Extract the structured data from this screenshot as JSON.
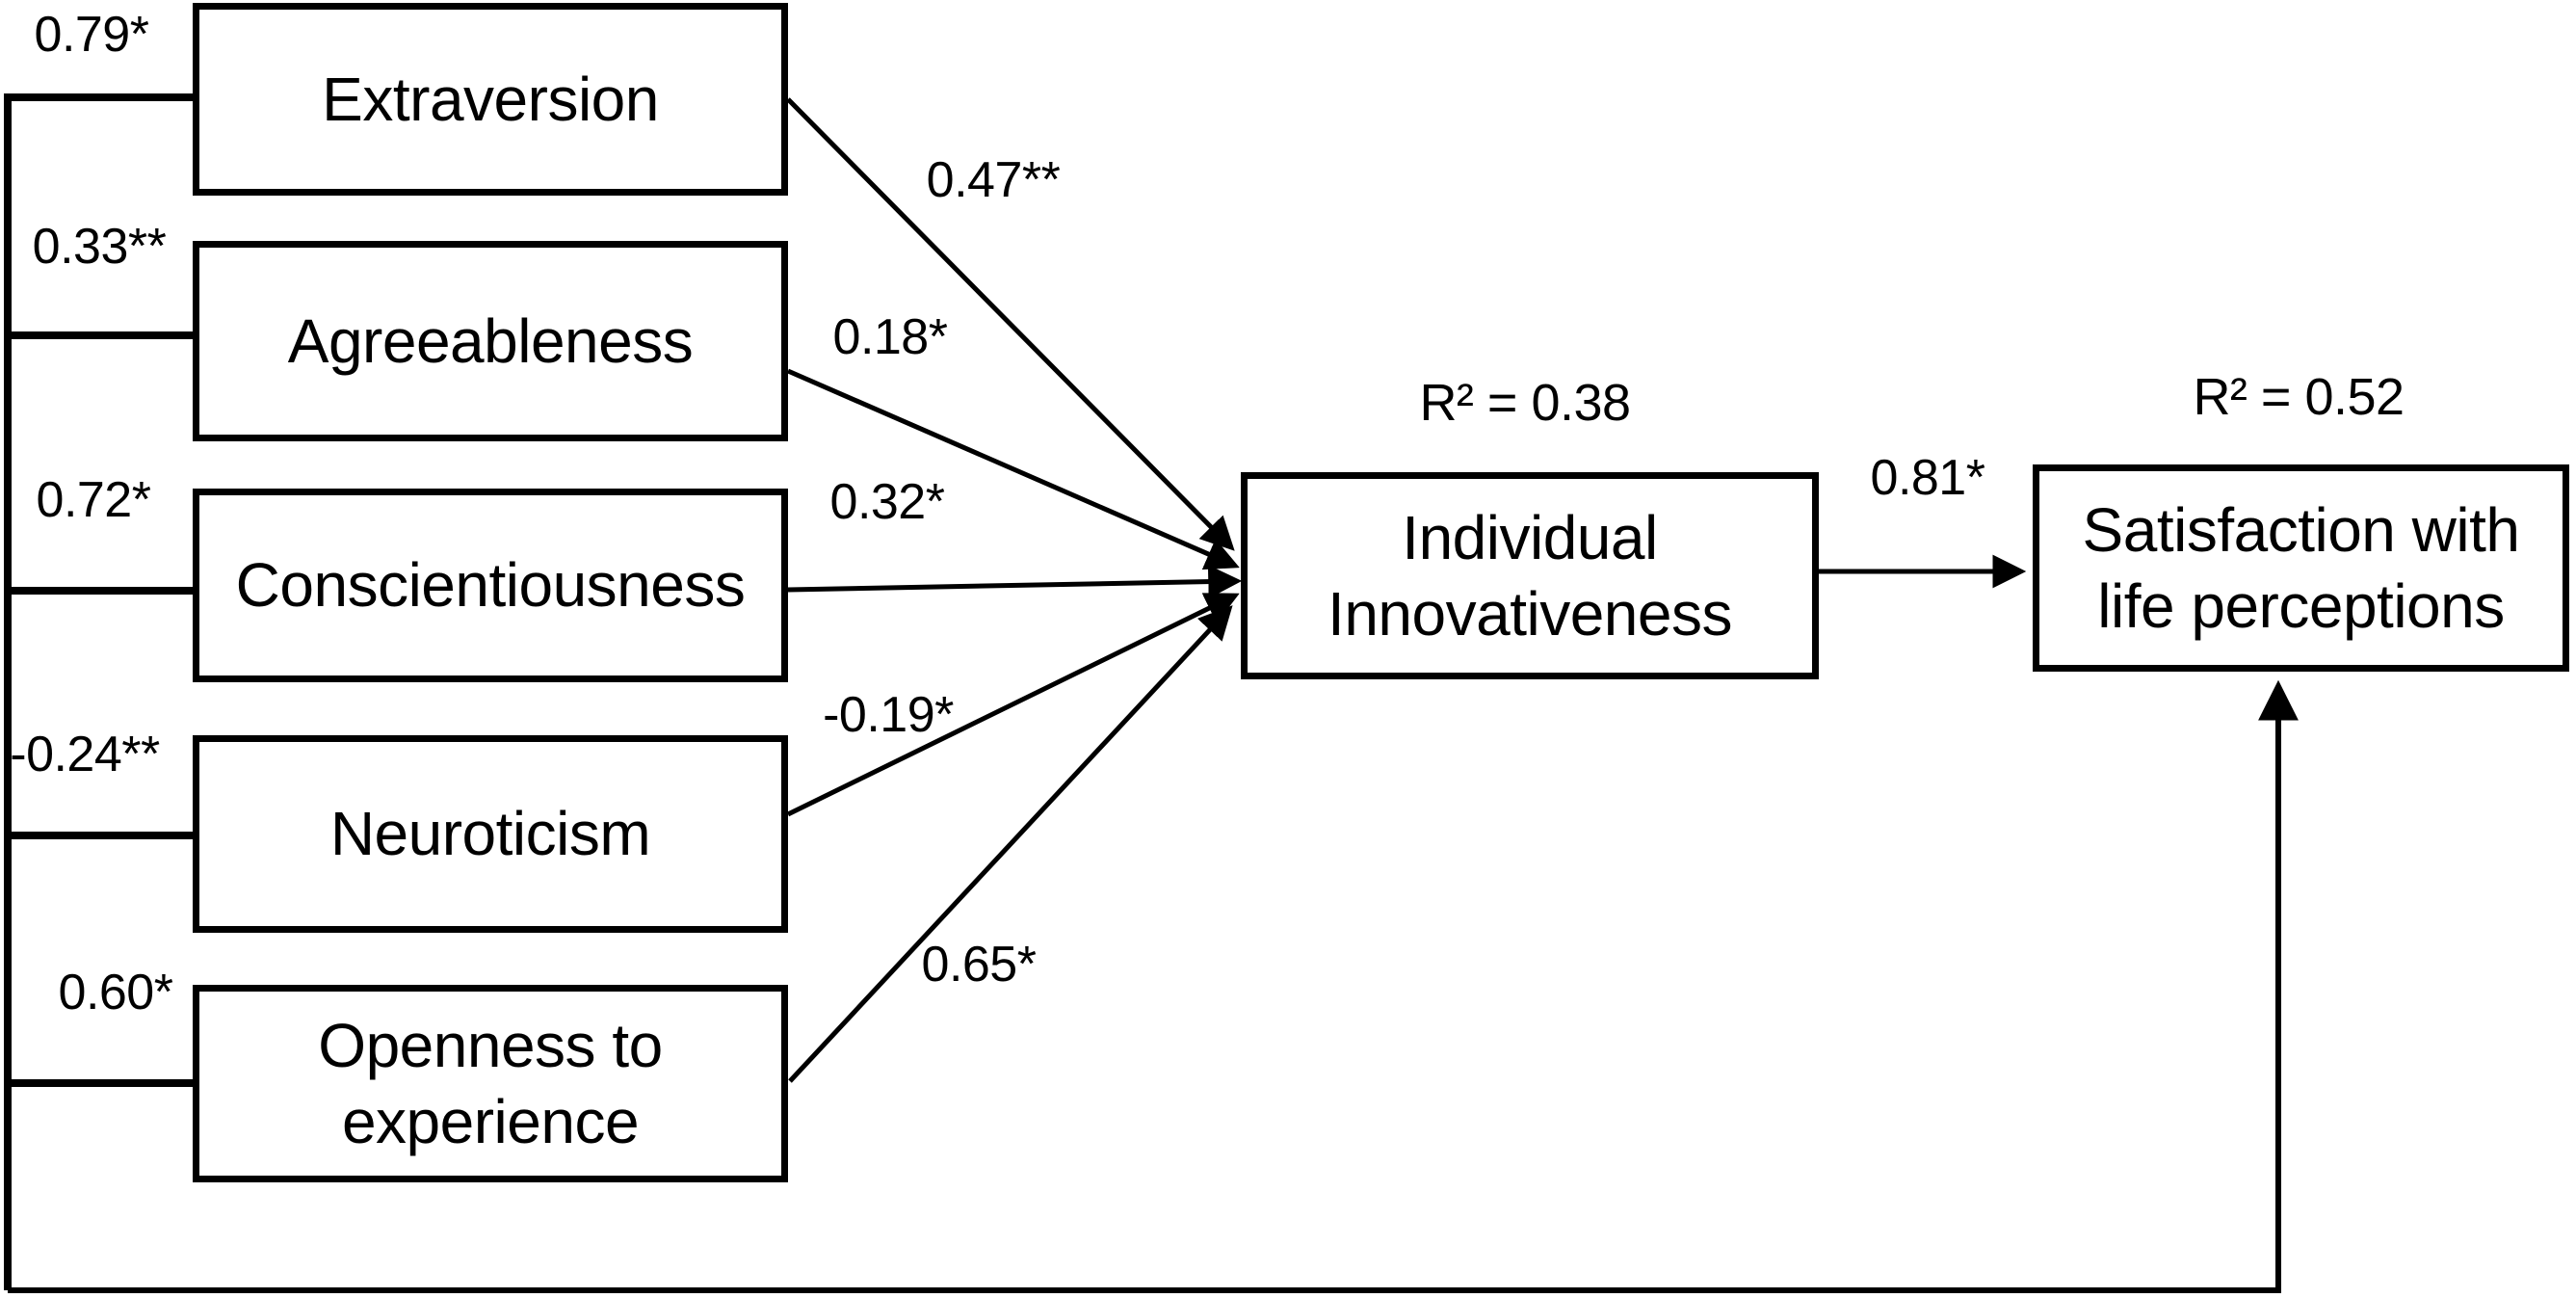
{
  "colors": {
    "ink": "#000000",
    "paper": "#ffffff"
  },
  "model": {
    "predictors": [
      {
        "label": "Extraversion",
        "loading": "0.79*",
        "path": "0.47**"
      },
      {
        "label": "Agreeableness",
        "loading": "0.33**",
        "path": "0.18*"
      },
      {
        "label": "Conscientiousness",
        "loading": "0.72*",
        "path": "0.32*"
      },
      {
        "label": "Neuroticism",
        "loading": "-0.24**",
        "path": "-0.19*"
      },
      {
        "label": "Openness to experience",
        "loading": "0.60*",
        "path": "0.65*"
      }
    ],
    "mediator": {
      "label": "Individual Innovativeness",
      "r2": "R² = 0.38",
      "path_to_outcome": "0.81*"
    },
    "outcome": {
      "label": "Satisfaction with life perceptions",
      "r2": "R² = 0.52"
    }
  }
}
